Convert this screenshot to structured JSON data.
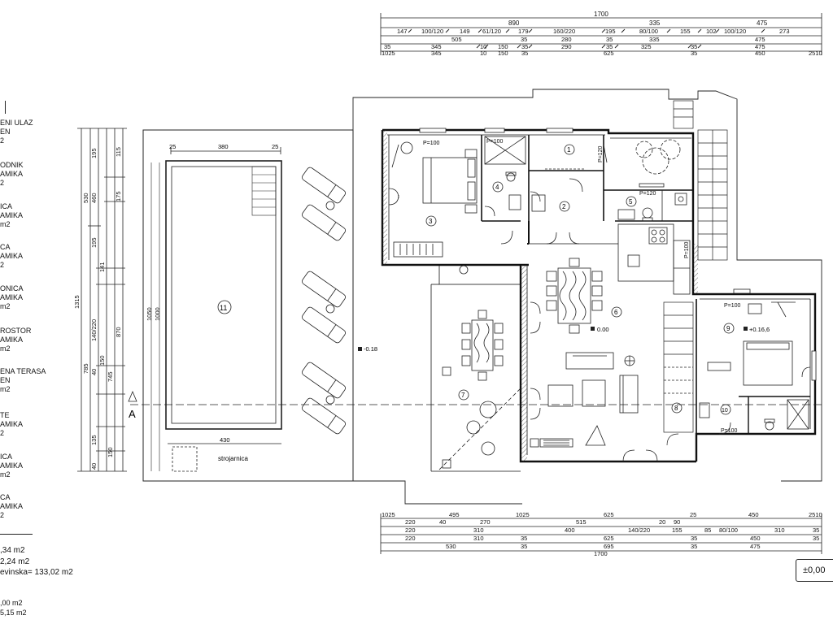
{
  "top_dims": {
    "row1": [
      "1700"
    ],
    "row2": [
      "890",
      "335",
      "475"
    ],
    "row3": [
      "147",
      "100/120",
      "149",
      "61/120",
      "179",
      "160/220",
      "195",
      "80/100",
      "155",
      "102",
      "100/120",
      "273"
    ],
    "row4": [
      "505",
      "35",
      "280",
      "35",
      "335",
      "475"
    ],
    "row5": [
      "35",
      "345",
      "10",
      "150",
      "35",
      "290",
      "35",
      "325",
      "35",
      "475"
    ],
    "row6": [
      "1025",
      "345",
      "10",
      "150",
      "35",
      "625",
      "35",
      "450",
      "2510"
    ]
  },
  "bottom_dims": {
    "row1": [
      "1025",
      "220",
      "40",
      "495",
      "270",
      "1025",
      "515",
      "625",
      "20",
      "90",
      "25",
      "450",
      "2510"
    ],
    "row2": [
      "220",
      "310",
      "400",
      "140/220",
      "155",
      "85",
      "80/100",
      "310",
      "35"
    ],
    "row3": [
      "220",
      "310",
      "35",
      "625",
      "35",
      "450",
      "35"
    ],
    "row4": [
      "530",
      "35",
      "695",
      "35",
      "475"
    ],
    "row5": [
      "1700"
    ]
  },
  "left_dims": {
    "outer": [
      "1315"
    ],
    "col2": [
      "530",
      "785"
    ],
    "col3": [
      "1050",
      "1000"
    ],
    "col4": [
      "195",
      "460",
      "195",
      "140/220",
      "141",
      "150",
      "40",
      "135",
      "40"
    ],
    "col5": [
      "115",
      "175",
      "870",
      "745",
      "150"
    ]
  },
  "pool": {
    "top_dims": [
      "25",
      "380",
      "25"
    ],
    "width_label": "430",
    "machine_room_label": "strojarnica",
    "number": "11"
  },
  "rooms": [
    "1",
    "2",
    "3",
    "4",
    "5",
    "6",
    "7",
    "8",
    "9",
    "10"
  ],
  "windows": {
    "w3": "P=100",
    "w4": "P=100",
    "w1": "P=120",
    "w5": "P=120",
    "w6": "P=100",
    "w9": "P=100",
    "w10": "P=100"
  },
  "levels": {
    "terrace": "-0.18",
    "living": "0.00",
    "bedroom": "+0.16,6"
  },
  "section_marker": "A",
  "legend": [
    {
      "title": "ENI ULAZ",
      "line2": "EN",
      "line3": "2"
    },
    {
      "title": "ODNIK",
      "line2": "AMIKA",
      "line3": "2"
    },
    {
      "title": "ICA",
      "line2": "AMIKA",
      "line3": "m2"
    },
    {
      "title": "CA",
      "line2": "AMIKA",
      "line3": "2"
    },
    {
      "title": "ONICA",
      "line2": "AMIKA",
      "line3": "m2"
    },
    {
      "title": "ROSTOR",
      "line2": "AMIKA",
      "line3": "m2"
    },
    {
      "title": "ENA TERASA",
      "line2": "EN",
      "line3": "m2"
    },
    {
      "title": "TE",
      "line2": "AMIKA",
      "line3": "2"
    },
    {
      "title": "ICA",
      "line2": "AMIKA",
      "line3": "m2"
    },
    {
      "title": "CA",
      "line2": "AMIKA",
      "line3": "2"
    }
  ],
  "areas": {
    "a1": ",34 m2",
    "a2": "2,24 m2",
    "a3": "evinska= 133,02 m2",
    "a4": ",00 m2",
    "a5": "5,15 m2"
  },
  "level_box": "±0,00"
}
